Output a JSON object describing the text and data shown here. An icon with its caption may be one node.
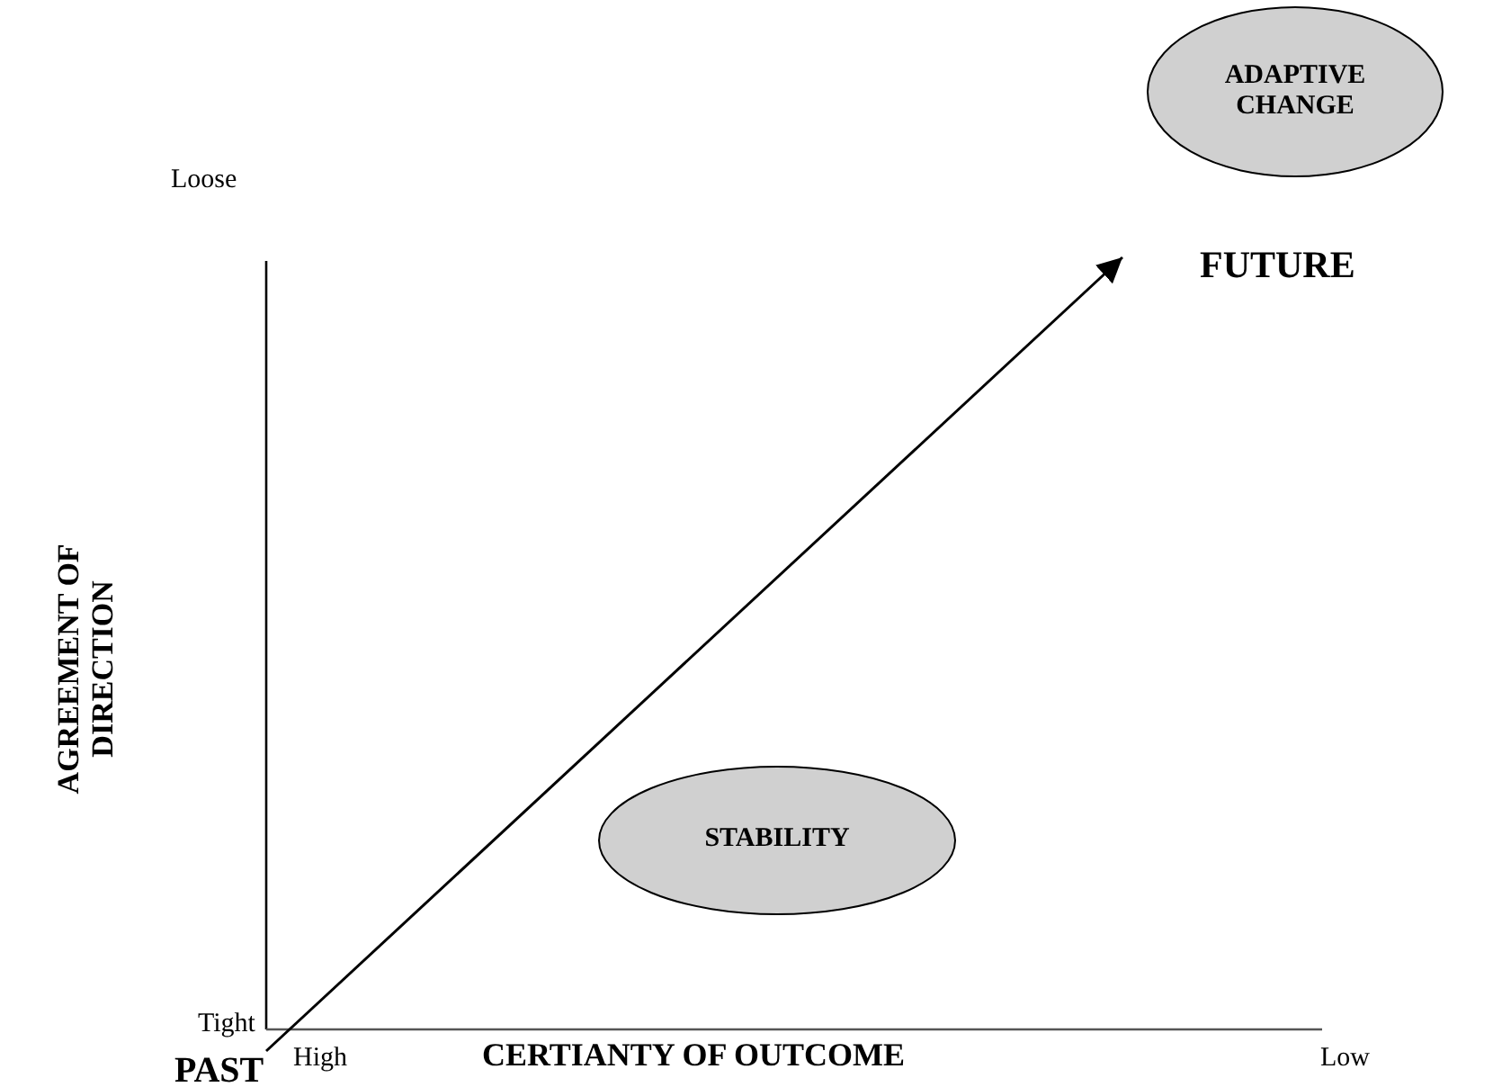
{
  "diagram": {
    "nodes": [
      {
        "text": [
          "ADAPTIVE CHANGE"
        ]
      },
      {
        "text": [
          "STABILITY"
        ]
      },
      {
        "text": [
          "FUTURE"
        ]
      },
      {
        "text": [
          "PAST"
        ]
      }
    ],
    "edges": [
      {
        "from": 3,
        "to": 2,
        "arrow": "to"
      }
    ],
    "labels": [
      "Loose",
      "AGREEMENT OF DIRECTION",
      "Tight",
      "High",
      "CERTIANTY OF OUTCOME",
      "Low"
    ]
  }
}
